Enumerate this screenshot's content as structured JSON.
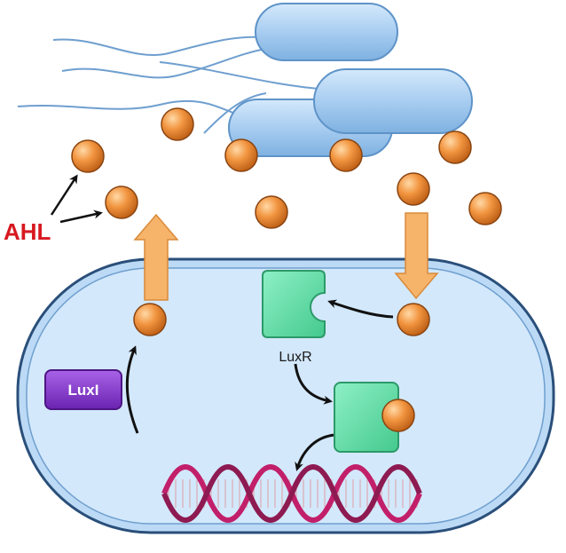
{
  "labels": {
    "signal_molecule": "AHL",
    "synthase": "LuxI",
    "receptor": "LuxR"
  },
  "colors": {
    "label_red": "#d71920",
    "cell_fill": "#cfe6fb",
    "cell_outline": "#2a4f7a",
    "bacteria_fill": "#a9cff3",
    "ahl_ball": "#ef8c35",
    "luxr_green": "#6fe3b3",
    "luxi_purple": "#8a3fd1",
    "transport_arrow": "#f6b36a",
    "dna_magenta": "#c21f6a"
  },
  "icons": {
    "cell": "bacterial-cell-icon",
    "ahl": "ahl-molecule-icon",
    "dna": "dna-helix-icon"
  }
}
